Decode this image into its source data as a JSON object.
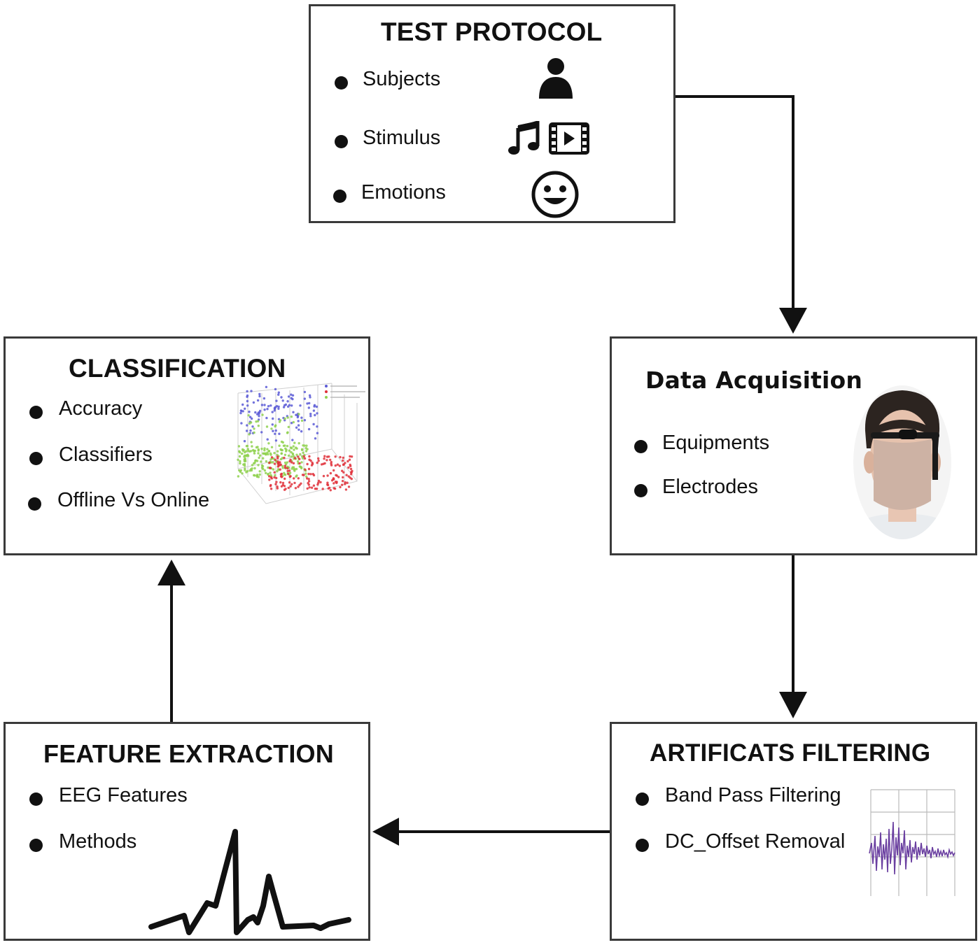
{
  "test_protocol": {
    "title": "TEST PROTOCOL",
    "items": [
      "Subjects",
      "Stimulus",
      "Emotions"
    ],
    "icons": [
      "person-icon",
      "music-note-icon",
      "film-icon",
      "smiley-icon"
    ]
  },
  "data_acquisition": {
    "title": "Data Acquisition",
    "items": [
      "Equipments",
      "Electrodes"
    ],
    "icons": [
      "eeg-headset-photo"
    ]
  },
  "artifacts_filtering": {
    "title": "ARTIFICATS FILTERING",
    "items": [
      "Band Pass Filtering",
      "DC_Offset Removal"
    ],
    "icons": [
      "eeg-signal-plot"
    ]
  },
  "feature_extraction": {
    "title": "FEATURE EXTRACTION",
    "items": [
      "EEG Features",
      "Methods"
    ],
    "icons": [
      "waveform-icon"
    ]
  },
  "classification": {
    "title": "CLASSIFICATION",
    "items": [
      "Accuracy",
      "Classifiers",
      "Offline Vs Online"
    ],
    "icons": [
      "3d-scatter-plot"
    ]
  },
  "colors": {
    "border": "#3a3a3a",
    "arrow": "#111111",
    "scatter_blue": "#5b5bd6",
    "scatter_green": "#8fd14f",
    "scatter_red": "#e0303a",
    "signal_purple": "#6a3fa0"
  }
}
